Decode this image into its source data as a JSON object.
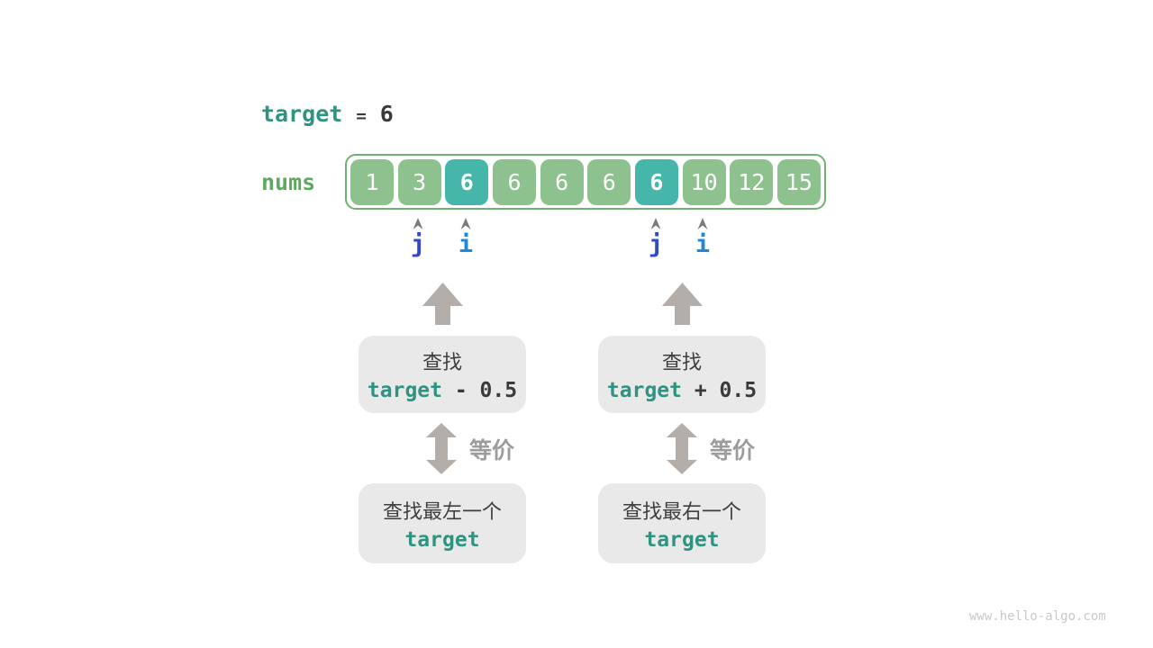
{
  "colors": {
    "teal_code": "#2e9481",
    "green_label": "#5fa85f",
    "cell_green": "#8dc18d",
    "cell_highlight_teal": "#46b6ab",
    "array_border_green": "#70b070",
    "pointer_j_blue": "#3349c5",
    "pointer_i_blue": "#2288d8",
    "arrow_gray": "#b3aeaa",
    "chevron_gray": "#7b7b7b",
    "box_gray": "#e9e9e9",
    "text_dark": "#3a3a3a",
    "equiv_gray": "#9c9c9c",
    "watermark_gray": "#c9c9c9"
  },
  "header": {
    "target_label": "target",
    "equals": "=",
    "target_value": "6"
  },
  "array": {
    "label": "nums",
    "cells": [
      {
        "value": "1",
        "highlighted": false
      },
      {
        "value": "3",
        "highlighted": false
      },
      {
        "value": "6",
        "highlighted": true
      },
      {
        "value": "6",
        "highlighted": false
      },
      {
        "value": "6",
        "highlighted": false
      },
      {
        "value": "6",
        "highlighted": false
      },
      {
        "value": "6",
        "highlighted": true
      },
      {
        "value": "10",
        "highlighted": false
      },
      {
        "value": "12",
        "highlighted": false
      },
      {
        "value": "15",
        "highlighted": false
      }
    ]
  },
  "pointers": [
    {
      "label": "j",
      "cell_index": 1
    },
    {
      "label": "i",
      "cell_index": 2
    },
    {
      "label": "j",
      "cell_index": 6
    },
    {
      "label": "i",
      "cell_index": 7
    }
  ],
  "flows": [
    {
      "search_line1": "查找",
      "search_code_keyword": "target",
      "search_code_op": " - 0.5",
      "equiv_label": "等价",
      "bottom_line1": "查找最左一个",
      "bottom_code": "target"
    },
    {
      "search_line1": "查找",
      "search_code_keyword": "target",
      "search_code_op": " + 0.5",
      "equiv_label": "等价",
      "bottom_line1": "查找最右一个",
      "bottom_code": "target"
    }
  ],
  "watermark": "www.hello-algo.com"
}
